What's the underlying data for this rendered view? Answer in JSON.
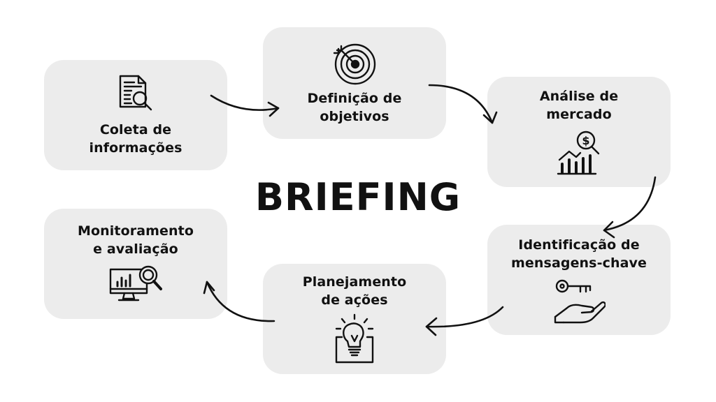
{
  "title": "BRIEFING",
  "steps": [
    {
      "label": "Coleta de\ninformações",
      "icon": "document-search-icon"
    },
    {
      "label": "Definição de\nobjetivos",
      "icon": "target-icon"
    },
    {
      "label": "Análise de\nmercado",
      "icon": "market-analysis-icon"
    },
    {
      "label": "Identificação de\nmensagens-chave",
      "icon": "key-hand-icon"
    },
    {
      "label": "Planejamento\nde ações",
      "icon": "lightbulb-icon"
    },
    {
      "label": "Monitoramento\ne avaliação",
      "icon": "monitor-search-icon"
    }
  ],
  "colors": {
    "card": "#ececec",
    "text": "#111111",
    "arrow": "#111111"
  }
}
